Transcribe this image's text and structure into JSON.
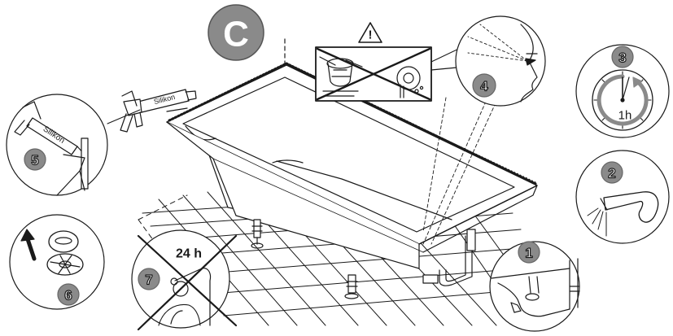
{
  "section_letter": "C",
  "warning_symbol": "!",
  "sealant_label": "Silikon",
  "time_label_1h": "1h",
  "time_label_24h": "24 h",
  "steps": [
    {
      "number": "1"
    },
    {
      "number": "2"
    },
    {
      "number": "3"
    },
    {
      "number": "4"
    },
    {
      "number": "5"
    },
    {
      "number": "6"
    },
    {
      "number": "7"
    }
  ],
  "colors": {
    "badge_gray": "#8a8a8a",
    "line": "#1a1a1a",
    "background": "#ffffff"
  },
  "icons": [
    "warning-icon",
    "caulk-gun-icon",
    "clock-icon",
    "faucet-icon",
    "eye-icon",
    "drain-cover-icon",
    "arrow-up-icon",
    "prohibited-icon"
  ]
}
